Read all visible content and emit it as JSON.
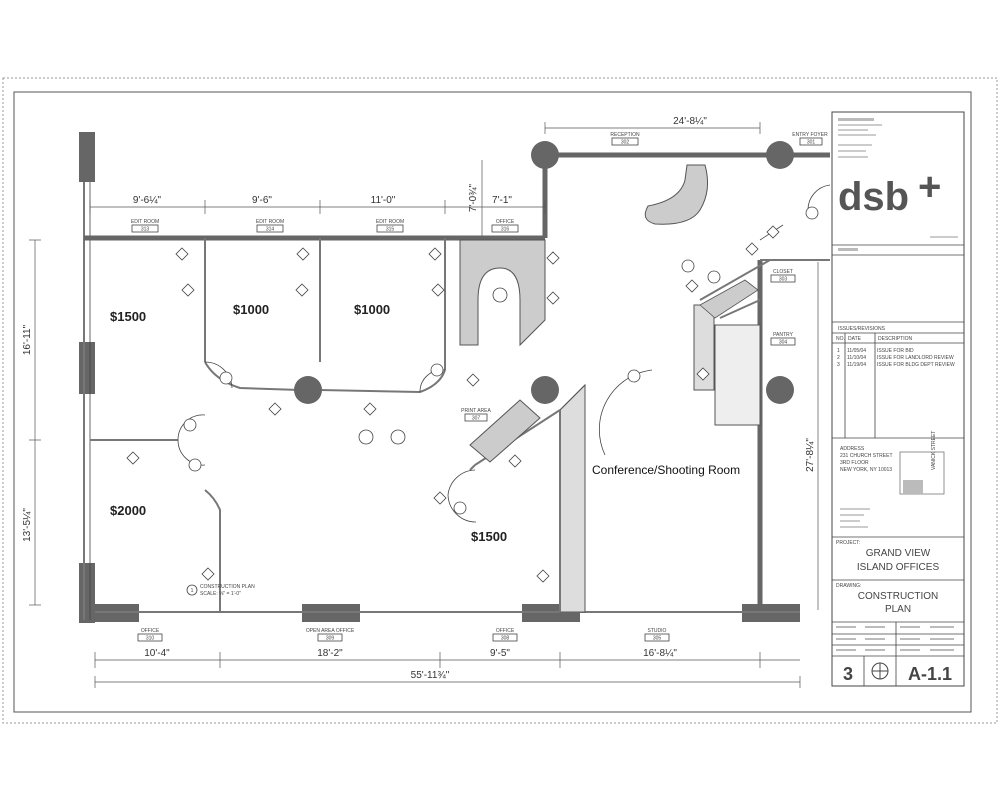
{
  "rooms": {
    "edit_room_1": {
      "label": "EDIT ROOM",
      "number": "313"
    },
    "edit_room_2": {
      "label": "EDIT ROOM",
      "number": "314"
    },
    "edit_room_3": {
      "label": "EDIT ROOM",
      "number": "315"
    },
    "office_top": {
      "label": "OFFICE",
      "number": "316"
    },
    "reception": {
      "label": "RECEPTION",
      "number": "302"
    },
    "entry_foyer": {
      "label": "ENTRY FOYER",
      "number": "301"
    },
    "closet": {
      "label": "CLOSET",
      "number": "303"
    },
    "pantry": {
      "label": "PANTRY",
      "number": "304"
    },
    "print_area": {
      "label": "PRINT AREA",
      "number": "307"
    },
    "office_bottom": {
      "label": "OFFICE",
      "number": "310"
    },
    "open_area_office": {
      "label": "OPEN AREA OFFICE",
      "number": "309"
    },
    "office_308": {
      "label": "OFFICE",
      "number": "308"
    },
    "studio": {
      "label": "STUDIO",
      "number": "305"
    }
  },
  "prices": {
    "p1": "$1500",
    "p2": "$1000",
    "p3": "$1000",
    "p4": "$2000",
    "p5": "$1500"
  },
  "conference_label": "Conference/Shooting Room",
  "dimensions": {
    "top_1": "9'-6¼\"",
    "top_2": "9'-6\"",
    "top_3": "11'-0\"",
    "top_4": "7'-1\"",
    "top_5": "24'-8¼\"",
    "vert_1": "7'-0¾\"",
    "left_1": "16'-11\"",
    "left_2": "13'-5¼\"",
    "right_1": "27'-8¼\"",
    "bottom_1": "10'-4\"",
    "bottom_2": "18'-2\"",
    "bottom_3": "9'-5\"",
    "bottom_4": "16'-8¼\"",
    "bottom_total": "55'-11¾\""
  },
  "plan_caption": {
    "title": "CONSTRUCTION PLAN",
    "scale": "SCALE: ⅛\" = 1'-0\""
  },
  "title_block": {
    "logo_text": "dsb",
    "logo_plus": "+",
    "address_lines": [
      "ADDRESS",
      "231 CHURCH STREET",
      "3RD FLOOR",
      "NEW YORK, NY 10013"
    ],
    "project_label": "PROJECT:",
    "project_name_1": "GRAND VIEW",
    "project_name_2": "ISLAND OFFICES",
    "drawing_label": "DRAWING:",
    "drawing_name_1": "CONSTRUCTION",
    "drawing_name_2": "PLAN",
    "issues_header": "ISSUES/REVISIONS",
    "issues_cols": [
      "NO.",
      "DATE",
      "DESCRIPTION"
    ],
    "issues_rows": [
      [
        "1",
        "11/05/04",
        "ISSUE FOR BID"
      ],
      [
        "2",
        "11/10/04",
        "ISSUE FOR LANDLORD REVIEW"
      ],
      [
        "3",
        "11/19/04",
        "ISSUE FOR BLDG DEPT REVIEW"
      ]
    ],
    "sheet_count": "3",
    "sheet_number": "A-1.1",
    "vanick_street": "VANICK STREET"
  }
}
